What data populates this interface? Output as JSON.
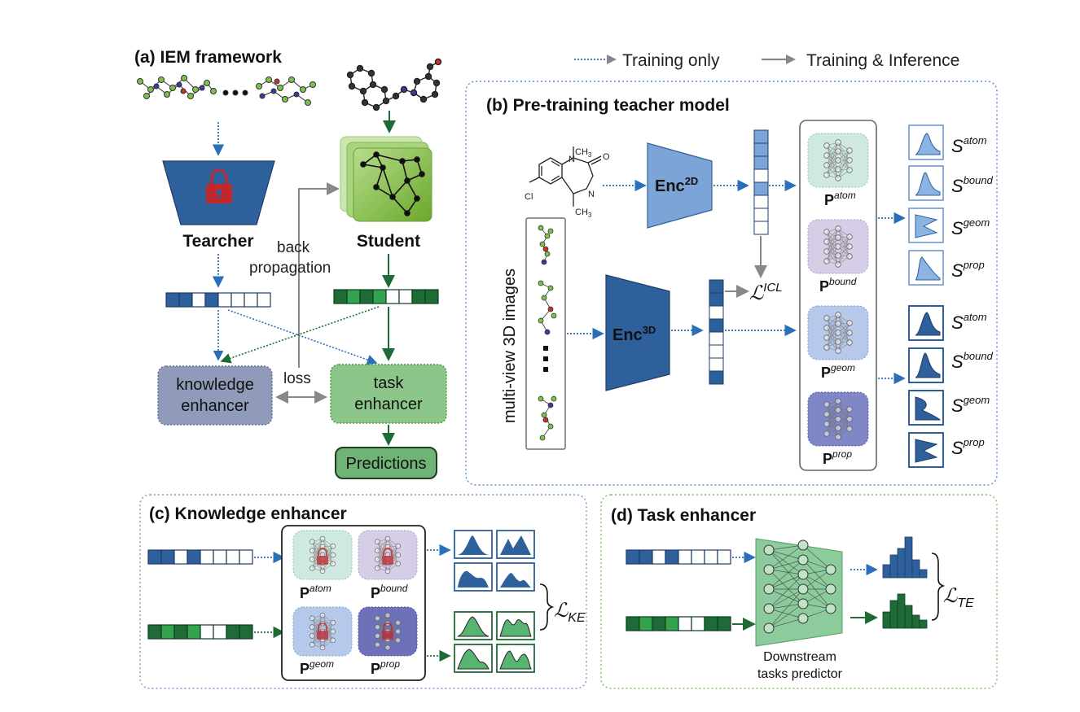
{
  "legend": {
    "training_only": "Training only",
    "training_inference": "Training & Inference"
  },
  "panel_a": {
    "title": "(a) IEM framework",
    "teacher_label": "Tearcher",
    "student_label": "Student",
    "backprop_line1": "back",
    "backprop_line2": "propagation",
    "loss_label": "loss",
    "knowledge_enhancer_line1": "knowledge",
    "knowledge_enhancer_line2": "enhancer",
    "task_enhancer_line1": "task",
    "task_enhancer_line2": "enhancer",
    "predictions_label": "Predictions"
  },
  "panel_b": {
    "title": "(b) Pre-training teacher model",
    "enc2d_main": "Enc",
    "enc2d_sup": "2D",
    "enc3d_main": "Enc",
    "enc3d_sup": "3D",
    "multiview_label": "multi-view 3D images",
    "icl_main": "ℒ",
    "icl_sup": "ICL",
    "proj_main": "P",
    "proj_atom": "atom",
    "proj_bound": "bound",
    "proj_geom": "geom",
    "proj_prop": "prop",
    "s_main": "S",
    "s_atom": "atom",
    "s_bound": "bound",
    "s_geom": "geom",
    "s_prop": "prop",
    "molecule_labels": {
      "cl": "Cl",
      "n1": "N",
      "n2": "N",
      "o": "O",
      "ch3a": "CH",
      "ch3a_sub": "3",
      "ch3b": "CH",
      "ch3b_sub": "3"
    }
  },
  "panel_c": {
    "title": "(c) Knowledge enhancer",
    "loss_main": "ℒ",
    "loss_sub": "KE",
    "proj_main": "P",
    "proj_atom": "atom",
    "proj_bound": "bound",
    "proj_geom": "geom",
    "proj_prop": "prop"
  },
  "panel_d": {
    "title": "(d) Task enhancer",
    "predictor_line1": "Downstream",
    "predictor_line2": "tasks predictor",
    "loss_main": "ℒ",
    "loss_sub": "TE"
  },
  "colors": {
    "teacher_blue": "#2e609b",
    "light_blue": "#7da4d6",
    "student_green": "#1e6b37",
    "light_green": "#8cc68a",
    "bright_green": "#7dbb2f",
    "arrow_gray": "#888888",
    "lock_red": "#c0282d",
    "ke_purple": "#8f95b8",
    "panel_b_border": "#5c8fc9",
    "panel_c_border": "#8c8fcc",
    "panel_d_border": "#7bbf6a"
  }
}
